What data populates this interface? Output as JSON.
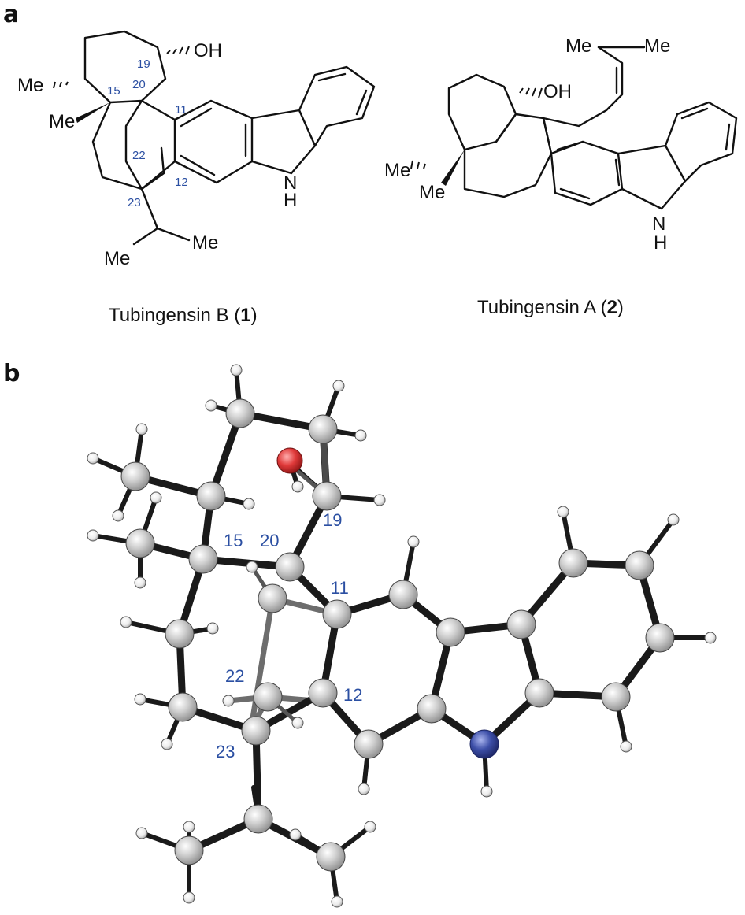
{
  "panels": {
    "a": "a",
    "b": "b"
  },
  "compound1": {
    "labels": {
      "oh": "OH",
      "me_top": "Me",
      "me_mid": "Me",
      "nh_n": "N",
      "nh_h": "H",
      "me_iso_left": "Me",
      "me_iso_right": "Me"
    },
    "numbers": [
      "19",
      "15",
      "20",
      "11",
      "22",
      "12",
      "23"
    ],
    "caption": {
      "prefix": "Tubingensin B (",
      "number": "1",
      "suffix": ")"
    }
  },
  "compound2": {
    "labels": {
      "me_prenyl_left": "Me",
      "me_prenyl_right": "Me",
      "oh": "OH",
      "me_a": "Me",
      "me_b": "Me",
      "nh_n": "N",
      "nh_h": "H"
    },
    "caption": {
      "prefix": "Tubingensin A (",
      "number": "2",
      "suffix": ")"
    }
  },
  "crystal_structure": {
    "atom_numbers": [
      "19",
      "15",
      "20",
      "11",
      "22",
      "12",
      "23"
    ],
    "colors": {
      "carbon": "#c8c8c8",
      "hydrogen": "#f2f2f2",
      "oxygen": "#e03a3a",
      "nitrogen": "#3d4fa8",
      "label": "#2b4fa2"
    }
  }
}
